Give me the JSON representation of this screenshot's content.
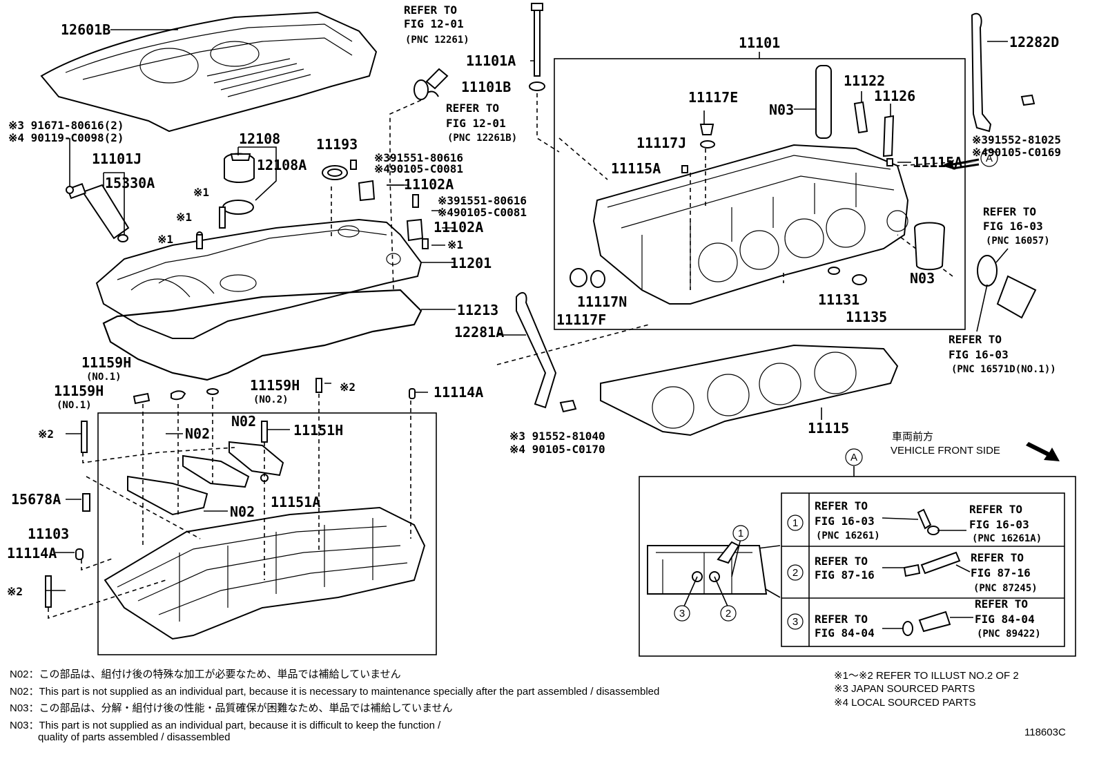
{
  "labels": {
    "p12601B": "12601B",
    "p11101J": "11101J",
    "p15330A": "15330A",
    "p12108": "12108",
    "p12108A": "12108A",
    "p11193": "11193",
    "p11102A_1": "11102A",
    "p11102A_2": "11102A",
    "p11101A": "11101A",
    "p11101B": "11101B",
    "p11201": "11201",
    "p11213": "11213",
    "p11159H_no1a": "11159H",
    "p11159H_no1b": "11159H",
    "p11159H_no2": "11159H",
    "p11114A_top": "11114A",
    "p11114A_left": "11114A",
    "p15678A": "15678A",
    "p11103": "11103",
    "p11151H": "11151H",
    "p11151A": "11151A",
    "N02a": "N02",
    "N02b": "N02",
    "N02c": "N02",
    "p11101": "11101",
    "p11122": "11122",
    "p11126": "11126",
    "N03a": "N03",
    "N03b": "N03",
    "p11117E": "11117E",
    "p11117J": "11117J",
    "p11115A_l": "11115A",
    "p11115A_r": "11115A",
    "p11117N": "11117N",
    "p11117F": "11117F",
    "p11131": "11131",
    "p11135": "11135",
    "p12282D": "12282D",
    "p12281A": "12281A",
    "p11115": "11115"
  },
  "sub": {
    "no1a": "(NO.1)",
    "no1b": "(NO.1)",
    "no2": "(NO.2)",
    "r1": "※1",
    "r2": "※2"
  },
  "bolts": {
    "b1a": "※3 91671-80616(2)",
    "b1b": "※4 90119-C0098(2)",
    "b2a": "※391551-80616",
    "b2b": "※490105-C0081",
    "b3a": "※391551-80616",
    "b3b": "※490105-C0081",
    "b4a": "※391552-81025",
    "b4b": "※490105-C0169",
    "b5a": "※3 91552-81040",
    "b5b": "※4 90105-C0170"
  },
  "refs": {
    "r1a": "REFER TO",
    "r1b": "FIG 12-01",
    "r1c": "(PNC 12261)",
    "r2a": "REFER TO",
    "r2b": "FIG 12-01",
    "r2c": "(PNC 12261B)",
    "r3a": "REFER TO",
    "r3b": "FIG 16-03",
    "r3c": "(PNC 16057)",
    "r4a": "REFER TO",
    "r4b": "FIG 16-03",
    "r4c": "(PNC 16571D(NO.1))"
  },
  "vehicle_front": {
    "jp": "車両前方",
    "en": "VEHICLE FRONT SIDE"
  },
  "detail": {
    "marker": "A",
    "rows": [
      {
        "num": "1",
        "left1": "REFER TO",
        "left2": "FIG 16-03",
        "left3": "(PNC 16261)",
        "right1": "REFER TO",
        "right2": "FIG 16-03",
        "right3": "(PNC 16261A)"
      },
      {
        "num": "2",
        "left1": "REFER TO",
        "left2": "FIG 87-16",
        "left3": "",
        "right1": "REFER TO",
        "right2": "FIG 87-16",
        "right3": "(PNC 87245)"
      },
      {
        "num": "3",
        "left1": "REFER TO",
        "left2": "FIG 84-04",
        "left3": "",
        "right1": "REFER TO",
        "right2": "FIG 84-04",
        "right3": "(PNC 89422)"
      }
    ],
    "callouts": [
      "1",
      "2",
      "3"
    ]
  },
  "arrow_marker": "A",
  "notes": {
    "n1": "N02：この部品は、組付け後の特殊な加工が必要なため、単品では補給していません",
    "n2": "N02：This part is not supplied as an individual part, because it is necessary to maintenance specially after the part assembled / disassembled",
    "n3": "N03：この部品は、分解・組付け後の性能・品質確保が困難なため、単品では補給していません",
    "n4": "N03：This part is not supplied as an individual part, because it is difficult to keep the function /",
    "n5": "quality of parts  assembled / disassembled"
  },
  "legend": {
    "l1": "※1～※2  REFER TO ILLUST NO.2 OF 2",
    "l2": "※3 JAPAN SOURCED PARTS",
    "l3": "※4 LOCAL SOURCED PARTS"
  },
  "figure_id": "118603C"
}
